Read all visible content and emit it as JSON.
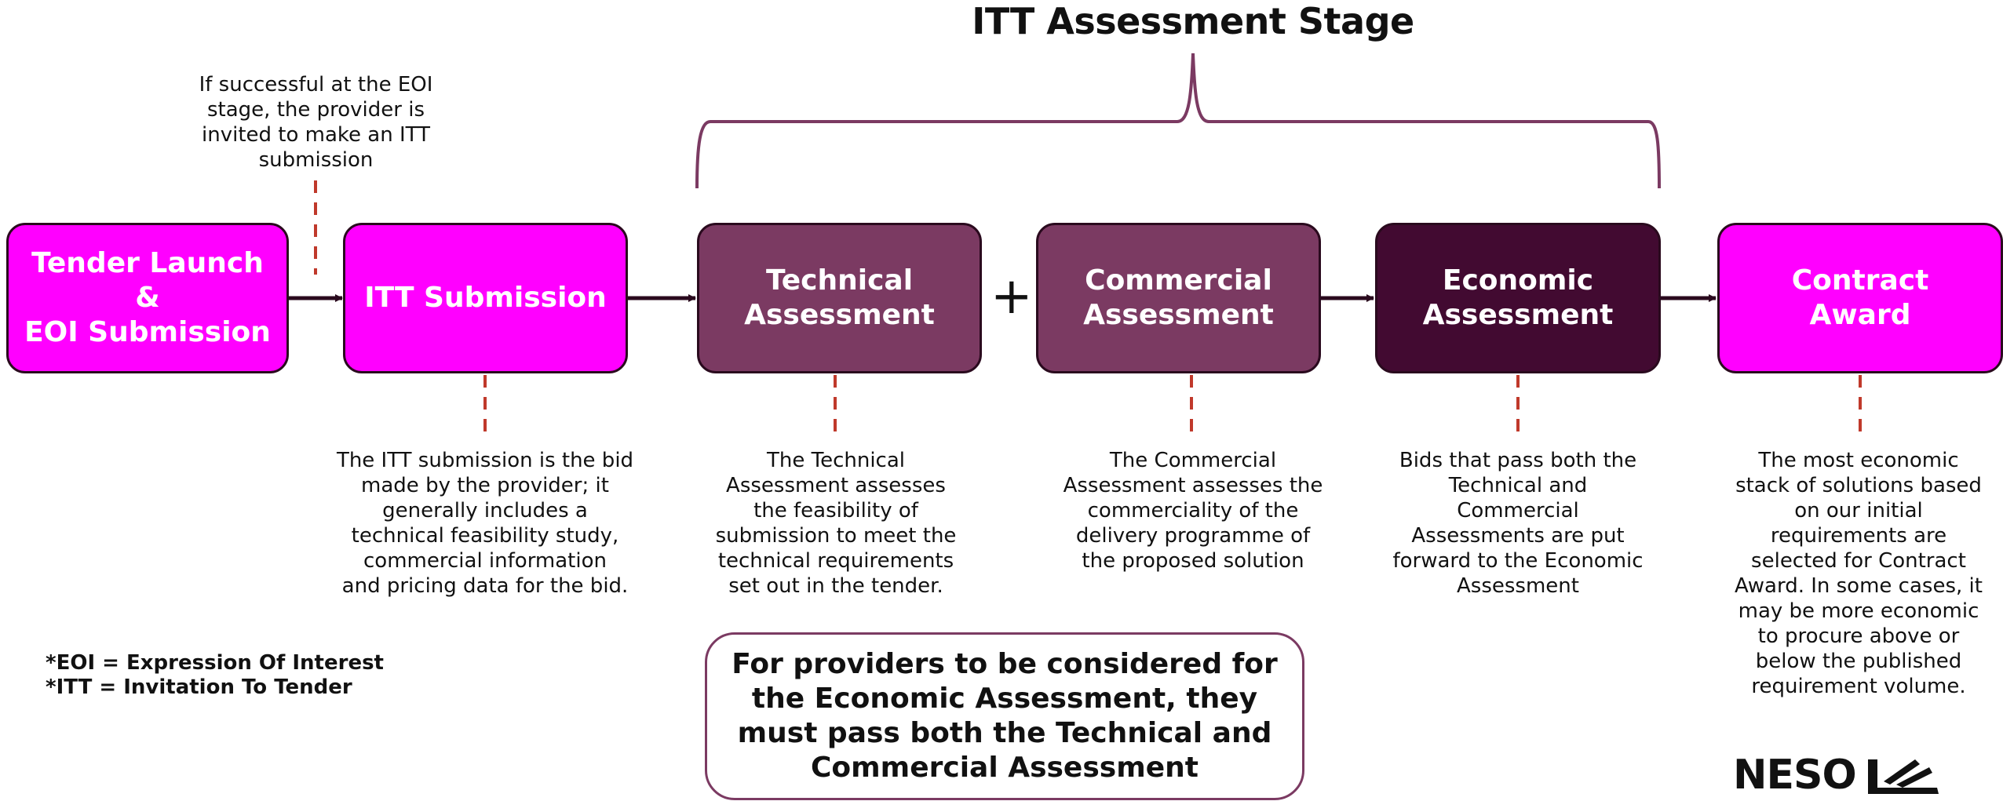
{
  "title": "ITT Assessment Stage",
  "colors": {
    "magenta": "#ff00ff",
    "plum": "#7b3a62",
    "dark_plum": "#420a31",
    "connector": "#2a0a1e",
    "dashed": "#c0392b",
    "bracket": "#7b3a62"
  },
  "eoi_note": "If successful at the EOI\nstage, the provider is\ninvited to make an ITT\nsubmission",
  "boxes": {
    "tender_launch": "Tender Launch\n&\nEOI Submission",
    "itt_submission": "ITT Submission",
    "technical": "Technical\nAssessment",
    "commercial": "Commercial\nAssessment",
    "economic": "Economic\nAssessment",
    "contract": "Contract\nAward"
  },
  "plus_sign": "+",
  "descriptions": {
    "itt_submission": "The ITT submission is the bid\nmade by the provider; it\ngenerally includes a\ntechnical feasibility study,\ncommercial information\nand pricing data for the bid.",
    "technical": "The Technical\nAssessment assesses\nthe feasibility of\nsubmission to meet the\ntechnical requirements\nset out in the tender.",
    "commercial": "The Commercial\nAssessment assesses the\ncommerciality of the\ndelivery programme of\nthe proposed solution",
    "economic": "Bids that pass both the\nTechnical and\nCommercial\nAssessments are put\nforward to the Economic\nAssessment",
    "contract": "The most economic\nstack of solutions based\non our initial\nrequirements are\nselected for Contract\nAward. In some cases, it\nmay be more economic\nto procure above or\nbelow the published\nrequirement volume."
  },
  "footnotes": {
    "eoi": "*EOI = Expression Of Interest",
    "itt": "*ITT = Invitation To Tender"
  },
  "callout": "For providers to be considered for\nthe Economic Assessment, they\nmust pass both the Technical and\nCommercial Assessment",
  "logo": "NESO"
}
